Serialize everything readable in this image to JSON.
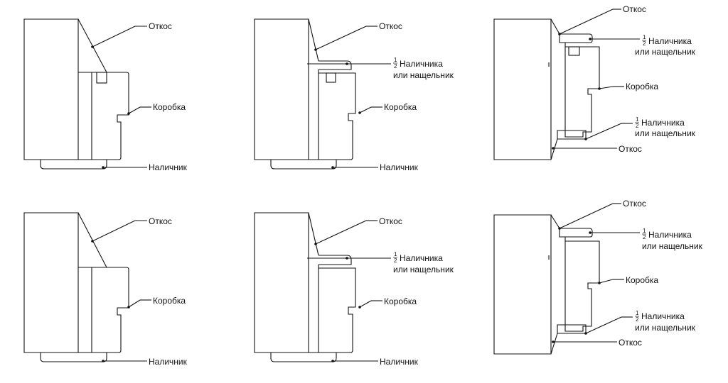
{
  "labels": {
    "otkos": "Откос",
    "korobka": "Коробка",
    "nalichnik": "Наличник",
    "half_num": "1",
    "half_den": "2",
    "half_nalichnika": "Наличника",
    "ili_nashchelnik": "или нащельник"
  },
  "panels": [
    {
      "id": "panel-1",
      "variant": "A"
    },
    {
      "id": "panel-2",
      "variant": "B"
    },
    {
      "id": "panel-3",
      "variant": "C"
    },
    {
      "id": "panel-4",
      "variant": "A2"
    },
    {
      "id": "panel-5",
      "variant": "B2"
    },
    {
      "id": "panel-6",
      "variant": "C2"
    }
  ],
  "colors": {
    "line": "#111111",
    "background": "#ffffff"
  }
}
